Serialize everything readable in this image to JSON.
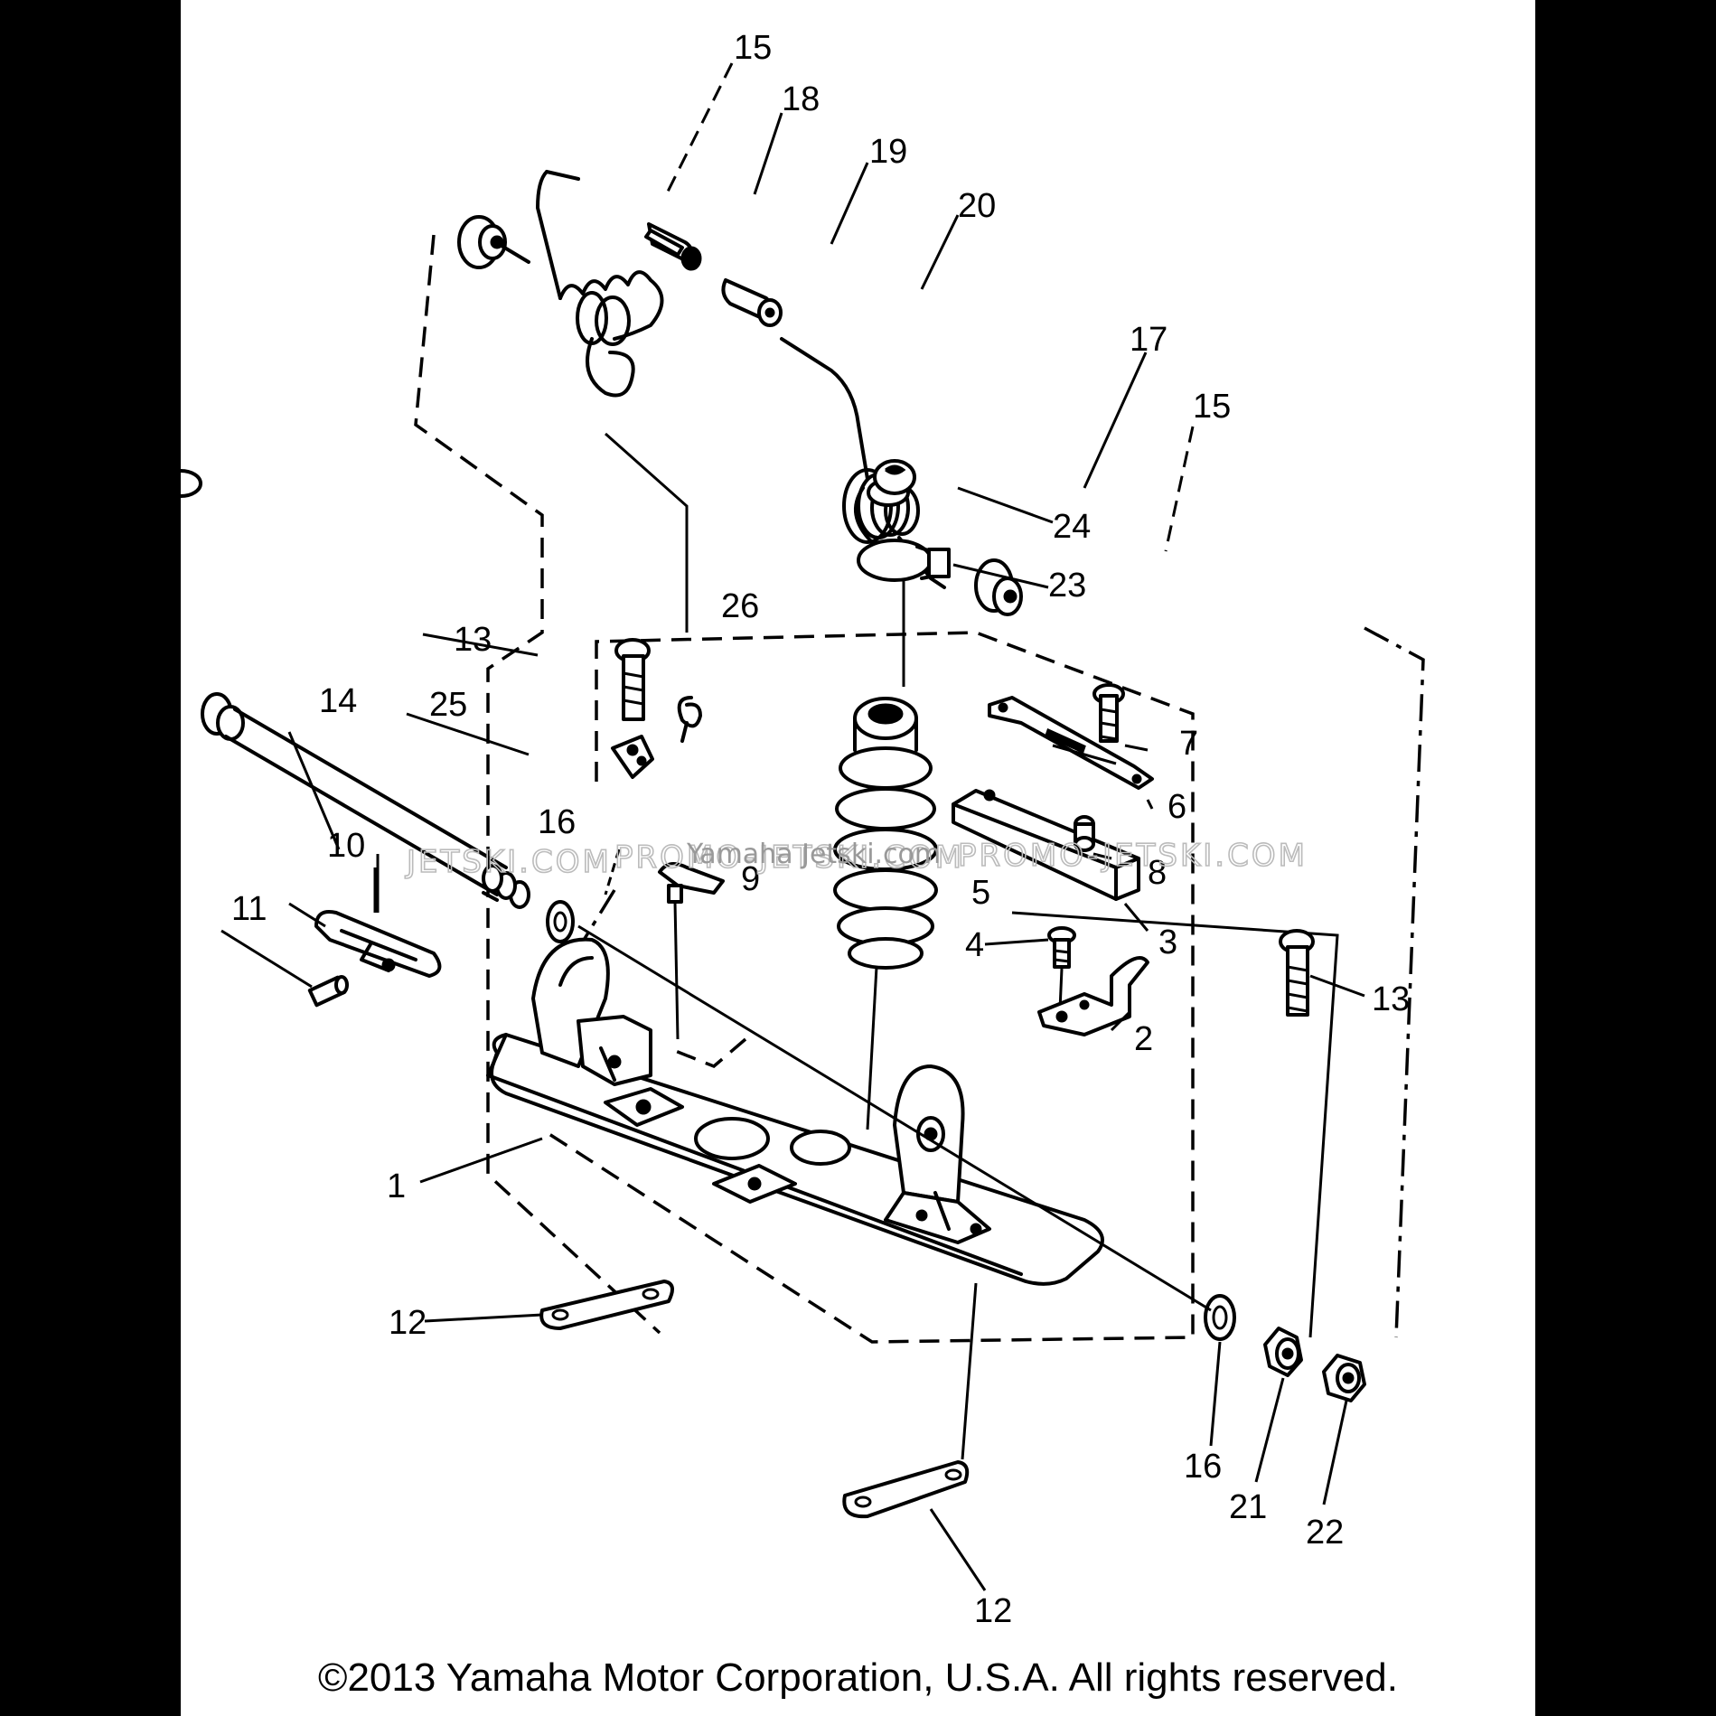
{
  "diagram": {
    "callouts": [
      "1",
      "2",
      "3",
      "4",
      "5",
      "6",
      "7",
      "8",
      "9",
      "10",
      "11",
      "12",
      "12",
      "13",
      "13",
      "14",
      "15",
      "15",
      "16",
      "16",
      "17",
      "18",
      "19",
      "20",
      "21",
      "22",
      "23",
      "24",
      "25",
      "26"
    ],
    "watermark_left": "JETSKI.COM",
    "watermark_mid": "PROMO-JETSKI.COM",
    "watermark_right": "PROMO-JETSKI.COM",
    "watermark_overlay": "Yamaha Jetski.com"
  },
  "footer": {
    "copyright": "©2013 Yamaha Motor Corporation, U.S.A. All rights reserved."
  }
}
